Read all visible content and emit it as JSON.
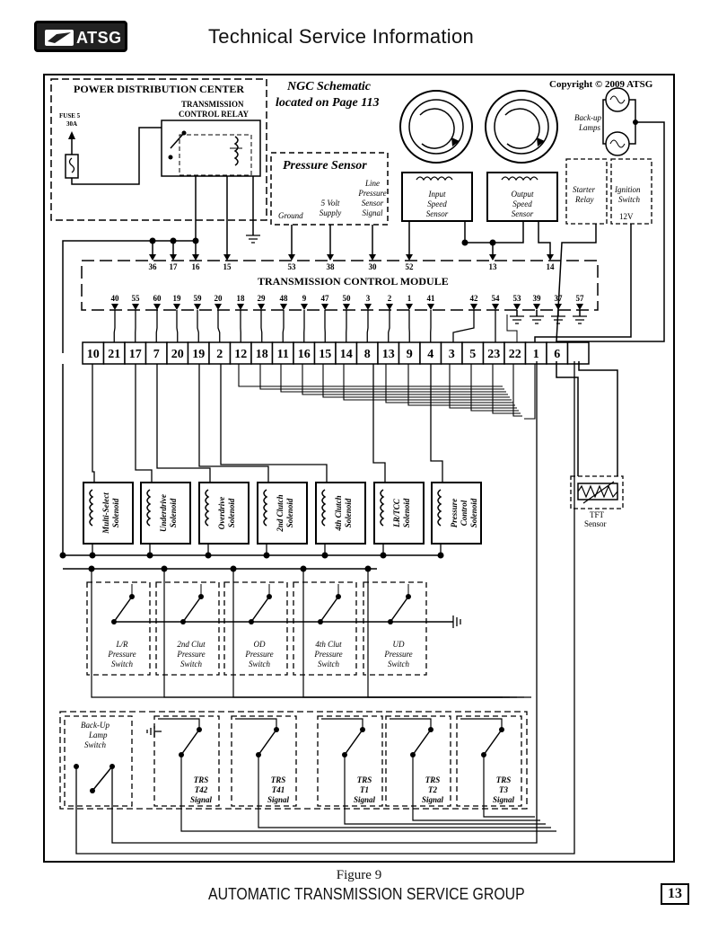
{
  "header": {
    "logo_text": "ATSG",
    "title": "Technical Service Information"
  },
  "diagram": {
    "pdc_title": "POWER DISTRIBUTION CENTER",
    "tcm_relay_line1": "TRANSMISSION",
    "tcm_relay_line2": "CONTROL RELAY",
    "fuse_line1": "FUSE 5",
    "fuse_line2": "30A",
    "ngc_line1": "NGC Schematic",
    "ngc_line2": "located on Page 113",
    "copyright": "Copyright © 2009 ATSG",
    "backup_lamps": [
      "Back-up",
      "Lamps"
    ],
    "pressure_sensor_title": "Pressure Sensor",
    "ps_pins": [
      "Ground",
      "5 Volt\nSupply",
      "Line\nPressure\nSensor\nSignal"
    ],
    "input_speed": [
      "Input",
      "Speed",
      "Sensor"
    ],
    "output_speed": [
      "Output",
      "Speed",
      "Sensor"
    ],
    "starter_relay": [
      "Starter",
      "Relay"
    ],
    "ignition_switch": [
      "Ignition",
      "Switch"
    ],
    "ignition_voltage": "12V",
    "tcm_title": "TRANSMISSION CONTROL MODULE",
    "tcm_top_pins": [
      "36",
      "17",
      "16",
      "15",
      "53",
      "38",
      "30",
      "52",
      "13",
      "14"
    ],
    "tcm_bottom_pins": [
      "40",
      "55",
      "60",
      "19",
      "59",
      "20",
      "18",
      "29",
      "48",
      "9",
      "47",
      "50",
      "3",
      "2",
      "1",
      "41",
      "42",
      "54",
      "53",
      "39",
      "37",
      "57"
    ],
    "connector_pins": [
      "10",
      "21",
      "17",
      "7",
      "20",
      "19",
      "2",
      "12",
      "18",
      "11",
      "16",
      "15",
      "14",
      "8",
      "13",
      "9",
      "4",
      "3",
      "5",
      "23",
      "22",
      "1",
      "6",
      ""
    ],
    "solenoids": [
      [
        "Multi-Select",
        "Solenoid"
      ],
      [
        "Underdrive",
        "Solenoid"
      ],
      [
        "Overdrive",
        "Solenoid"
      ],
      [
        "2nd Clutch",
        "Solenoid"
      ],
      [
        "4th Clutch",
        "Solenoid"
      ],
      [
        "LR/TCC",
        "Solenoid"
      ],
      [
        "Pressure",
        "Control",
        "Solenoid"
      ]
    ],
    "tft_sensor": [
      "TFT",
      "Sensor"
    ],
    "pressure_switches": [
      [
        "L/R",
        "Pressure",
        "Switch"
      ],
      [
        "2nd Clut",
        "Pressure",
        "Switch"
      ],
      [
        "OD",
        "Pressure",
        "Switch"
      ],
      [
        "4th Clut",
        "Pressure",
        "Switch"
      ],
      [
        "UD",
        "Pressure",
        "Switch"
      ]
    ],
    "backup_lamp_switch": [
      "Back-Up",
      "Lamp",
      "Switch"
    ],
    "trs_switches": [
      [
        "TRS",
        "T42",
        "Signal"
      ],
      [
        "TRS",
        "T41",
        "Signal"
      ],
      [
        "TRS",
        "T1",
        "Signal"
      ],
      [
        "TRS",
        "T2",
        "Signal"
      ],
      [
        "TRS",
        "T3",
        "Signal"
      ]
    ]
  },
  "footer": {
    "figure": "Figure 9",
    "org": "AUTOMATIC TRANSMISSION SERVICE GROUP",
    "page": "13"
  }
}
